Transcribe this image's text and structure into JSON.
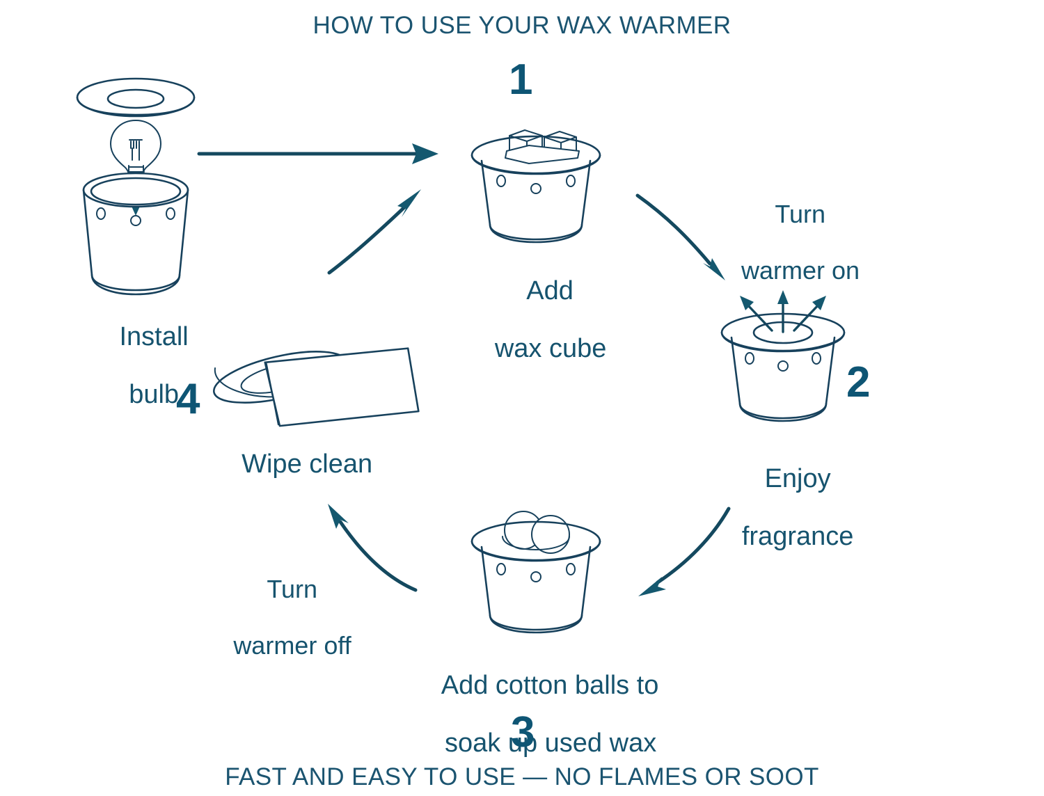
{
  "header": {
    "title": "HOW TO USE YOUR WAX WARMER"
  },
  "footer": {
    "tagline": "FAST AND EASY TO USE — NO FLAMES OR SOOT"
  },
  "theme": {
    "line_color": "#17415c",
    "text_color": "#16536e",
    "number_color": "#0e5574",
    "arrow_color": "#14586f",
    "background": "#ffffff"
  },
  "intro_step": {
    "caption_line1": "Install",
    "caption_line2": "bulb",
    "illustration": "warmer-base-with-dish-and-lightbulb"
  },
  "steps": [
    {
      "number": "1",
      "caption_line1": "Add",
      "caption_line2": "wax cube",
      "illustration": "warmer-with-two-wax-cubes-on-dish"
    },
    {
      "number": "2",
      "caption_line1": "Enjoy",
      "caption_line2": "fragrance",
      "illustration": "warmer-with-melted-wax-and-fragrance-arrows"
    },
    {
      "number": "3",
      "caption_line1": "Add cotton balls to",
      "caption_line2": "soak up used wax",
      "illustration": "warmer-with-two-cotton-balls-on-dish"
    },
    {
      "number": "4",
      "caption_line1": "Wipe clean",
      "caption_line2": "",
      "illustration": "dish-with-wiping-cloth"
    }
  ],
  "connectors": [
    {
      "id": "install-to-step1",
      "label_line1": "",
      "label_line2": "",
      "shape": "straight-arrow-right"
    },
    {
      "id": "step1-to-step2",
      "label_line1": "Turn",
      "label_line2": "warmer on",
      "shape": "curved-arrow-down-right"
    },
    {
      "id": "step2-to-step3",
      "label_line1": "",
      "label_line2": "",
      "shape": "curved-arrow-down-left"
    },
    {
      "id": "step3-to-step4",
      "label_line1": "Turn",
      "label_line2": "warmer off",
      "shape": "curved-arrow-up-left"
    },
    {
      "id": "step4-to-step1",
      "label_line1": "",
      "label_line2": "",
      "shape": "curved-arrow-up-right"
    }
  ]
}
